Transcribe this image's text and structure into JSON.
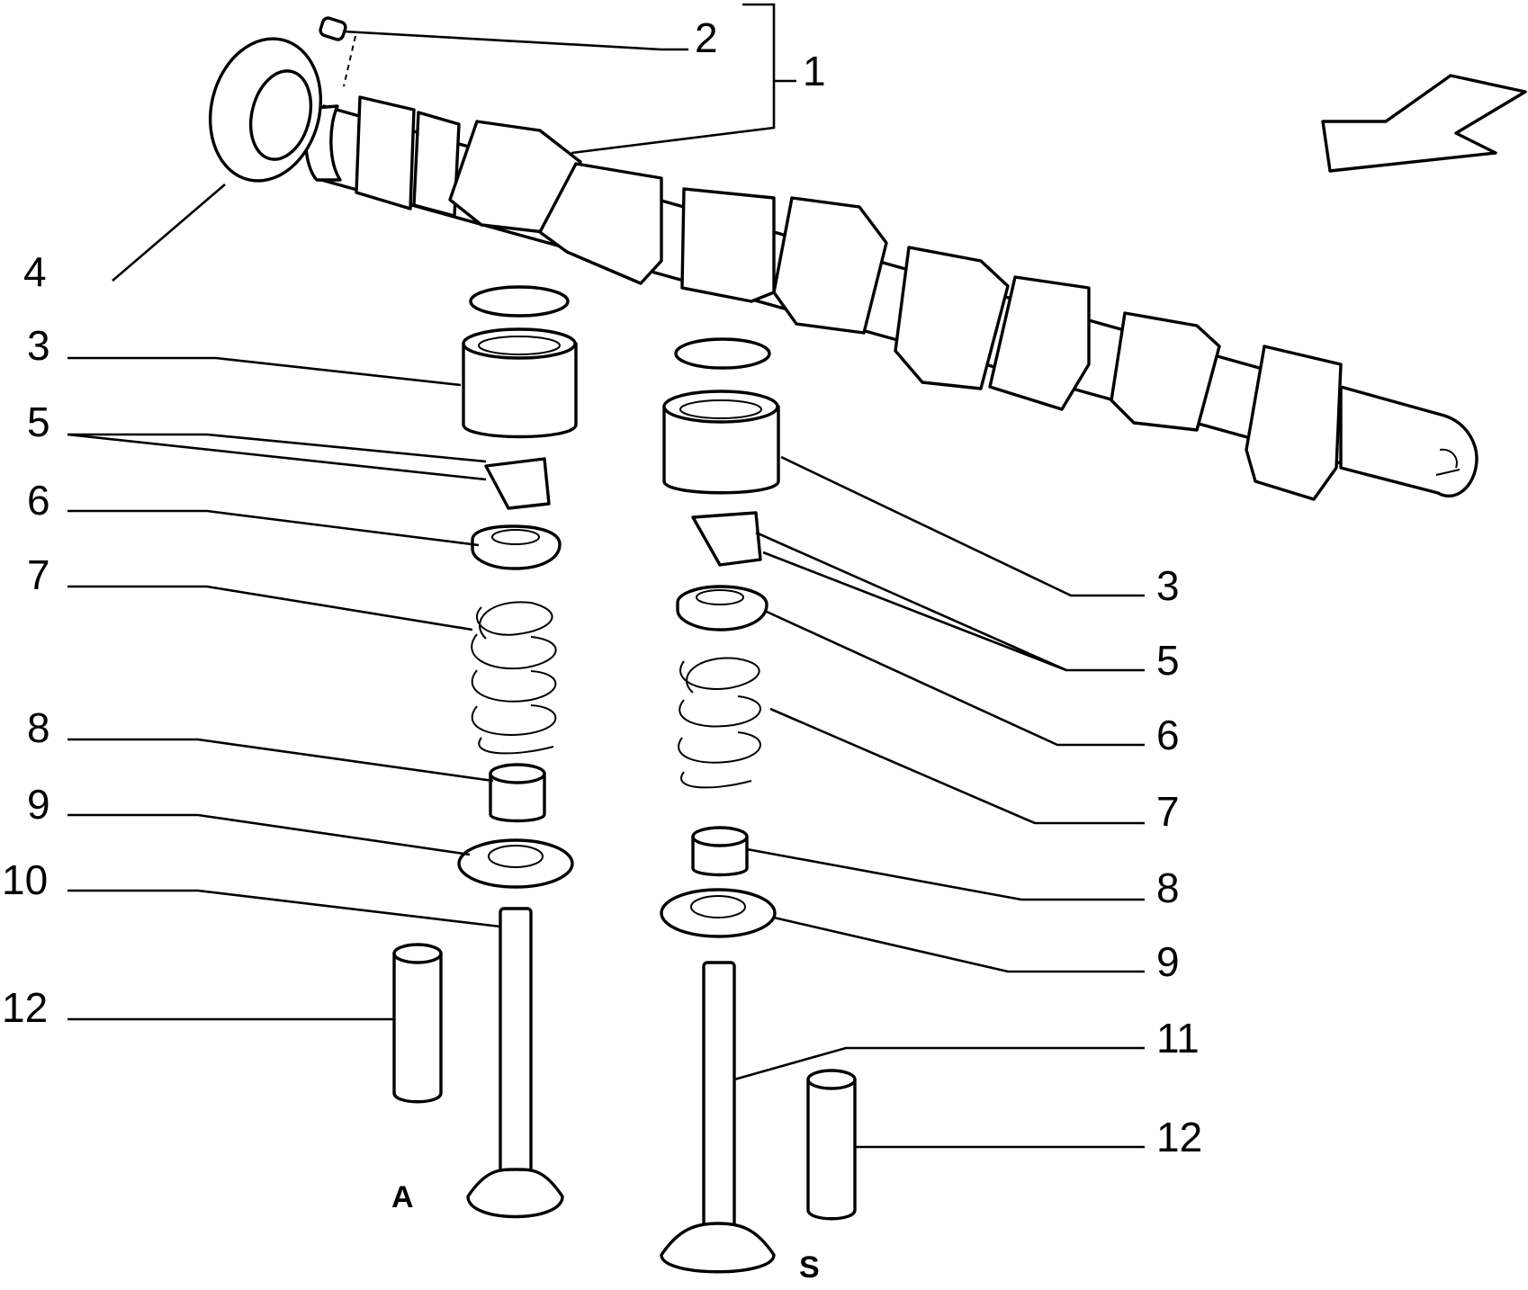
{
  "labels": {
    "l1": "1",
    "l2": "2",
    "l4": "4",
    "l3a": "3",
    "l5a": "5",
    "l6a": "6",
    "l7a": "7",
    "l8a": "8",
    "l9a": "9",
    "l10": "10",
    "l12a": "12",
    "l3b": "3",
    "l5b": "5",
    "l6b": "6",
    "l7b": "7",
    "l8b": "8",
    "l9b": "9",
    "l11": "11",
    "l12b": "12"
  },
  "side_labels": {
    "intake": "A",
    "exhaust": "S"
  },
  "icons": [
    "direction-arrow-icon",
    "camshaft",
    "oil-seal",
    "valve-spring",
    "valve"
  ],
  "colors": {
    "line": "#000000",
    "background": "#ffffff"
  }
}
